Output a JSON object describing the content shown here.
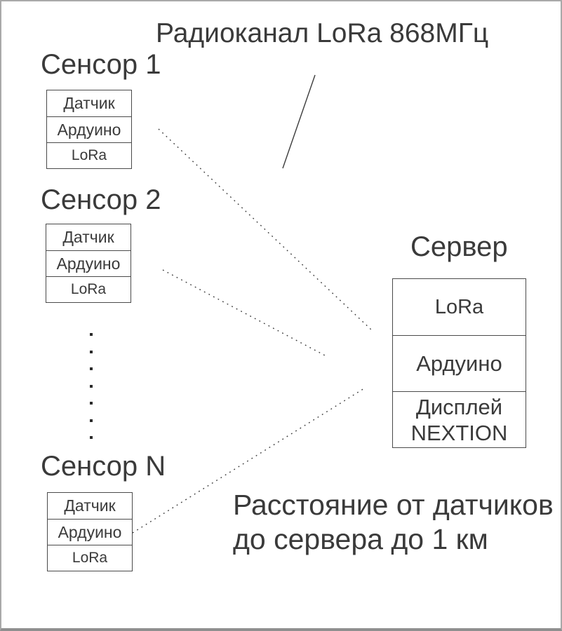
{
  "title": "Радиоканал LoRa 868МГц",
  "sensors": [
    {
      "label": "Сенсор 1",
      "layers": [
        "Датчик",
        "Ардуино",
        "LoRa"
      ]
    },
    {
      "label": "Сенсор 2",
      "layers": [
        "Датчик",
        "Ардуино",
        "LoRa"
      ]
    },
    {
      "label": "Сенсор N",
      "layers": [
        "Датчик",
        "Ардуино",
        "LoRa"
      ]
    }
  ],
  "ellipsis_dot_count": 7,
  "server": {
    "label": "Сервер",
    "layers": [
      "LoRa",
      "Ардуино",
      "Дисплей NEXTION"
    ]
  },
  "note": {
    "line1": "Расстояние от датчиков",
    "line2": "до сервера до 1 км"
  },
  "connections": [
    {
      "from": "Сенсор 1",
      "to": "Сервер",
      "style": "dotted"
    },
    {
      "from": "Сенсор 2",
      "to": "Сервер",
      "style": "dotted"
    },
    {
      "from": "Сенсор N",
      "to": "Сервер",
      "style": "dotted"
    }
  ],
  "colors": {
    "text": "#3a3a3a",
    "line": "#3c3c3c",
    "box_border": "#4a4a4a",
    "page_border": "#a9a9a9",
    "background": "#ffffff"
  }
}
